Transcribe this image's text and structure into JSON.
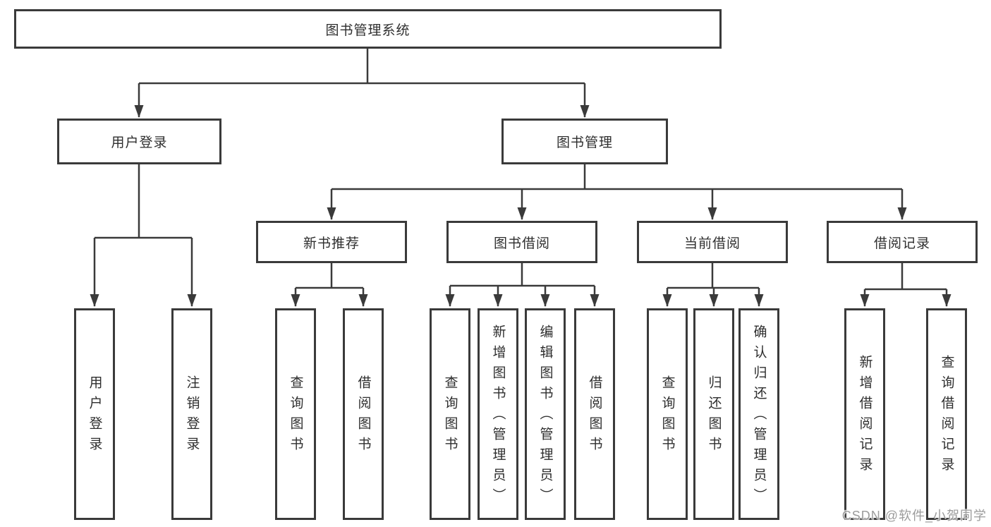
{
  "diagram": {
    "root": {
      "label": "图书管理系统"
    },
    "branches": [
      {
        "label": "用户登录",
        "children": [
          {
            "label": "用户登录"
          },
          {
            "label": "注销登录"
          }
        ]
      },
      {
        "label": "图书管理",
        "children": [
          {
            "label": "新书推荐",
            "children": [
              {
                "label": "查询图书"
              },
              {
                "label": "借阅图书"
              }
            ]
          },
          {
            "label": "图书借阅",
            "children": [
              {
                "label": "查询图书"
              },
              {
                "label": "新增图书（管理员）"
              },
              {
                "label": "编辑图书（管理员）"
              },
              {
                "label": "借阅图书"
              }
            ]
          },
          {
            "label": "当前借阅",
            "children": [
              {
                "label": "查询图书"
              },
              {
                "label": "归还图书"
              },
              {
                "label": "确认归还（管理员）"
              }
            ]
          },
          {
            "label": "借阅记录",
            "children": [
              {
                "label": "新增借阅记录"
              },
              {
                "label": "查询借阅记录"
              }
            ]
          }
        ]
      }
    ]
  },
  "watermark": {
    "label": "CSDN @软件_小贺同学"
  },
  "colors": {
    "line": "#3a3a3a",
    "box_border": "#3a3a3a",
    "text": "#2e2e2e",
    "watermark": "#9c9c9c",
    "background": "#ffffff"
  }
}
